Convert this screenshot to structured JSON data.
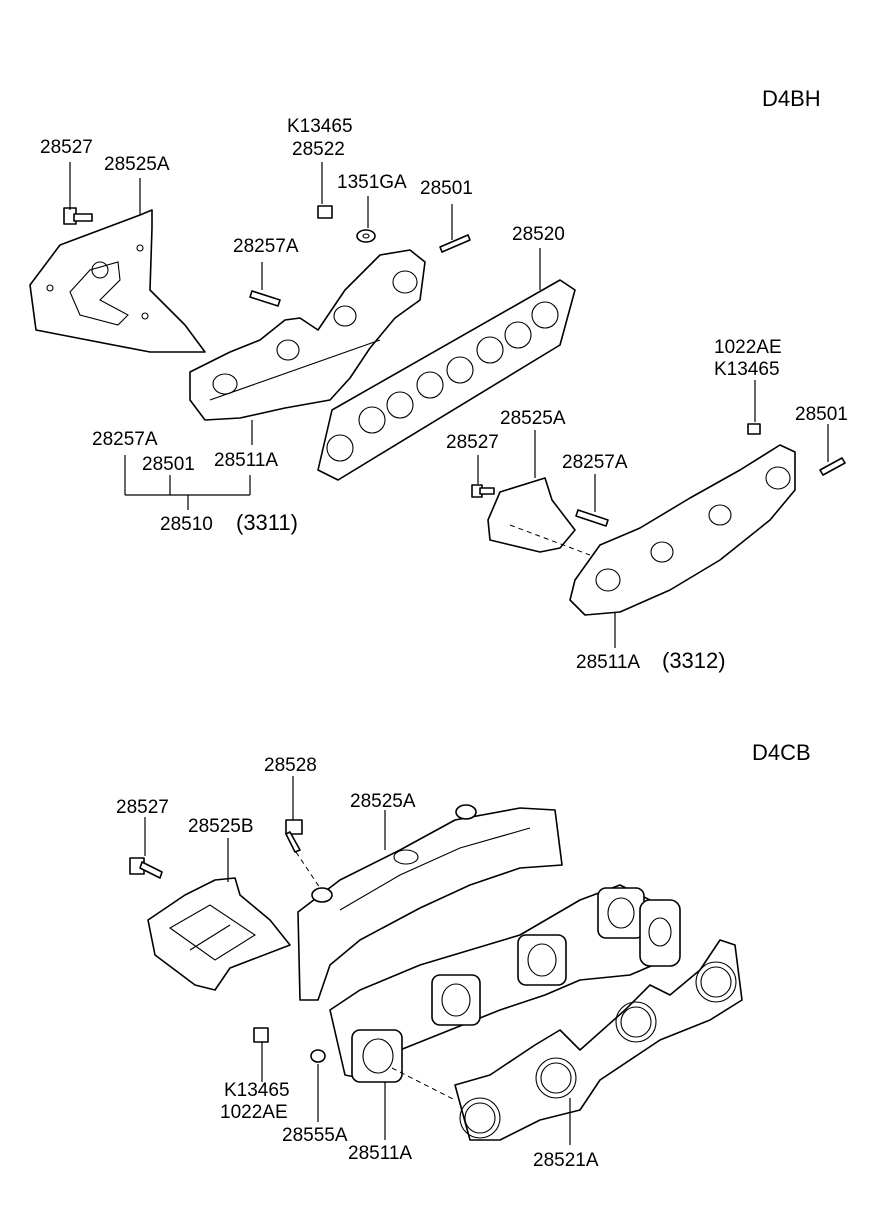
{
  "sections": {
    "top_engine": "D4BH",
    "bottom_engine": "D4CB"
  },
  "top_labels": {
    "bolt_28527": "28527",
    "heat_shield_28525A": "28525A",
    "nut_K13465": "K13465",
    "nut_28522": "28522",
    "washer_1351GA": "1351GA",
    "stud_28501": "28501",
    "stud_28257A": "28257A",
    "gasket_28520": "28520",
    "manifold_28511A": "28511A",
    "kit_28257A": "28257A",
    "kit_28501": "28501",
    "kit_28510": "28510",
    "ref_3311": "(3311)",
    "r_1022AE": "1022AE",
    "r_K13465": "K13465",
    "r_28501": "28501",
    "r_28525A": "28525A",
    "r_28527": "28527",
    "r_28257A": "28257A",
    "r_28511A": "28511A",
    "ref_3312": "(3312)"
  },
  "bottom_labels": {
    "bolt_28528": "28528",
    "shield_28525A": "28525A",
    "bolt_28527": "28527",
    "shield_28525B": "28525B",
    "nut_K13465": "K13465",
    "nut_1022AE": "1022AE",
    "nut_28555A": "28555A",
    "manifold_28511A": "28511A",
    "gasket_28521A": "28521A"
  }
}
